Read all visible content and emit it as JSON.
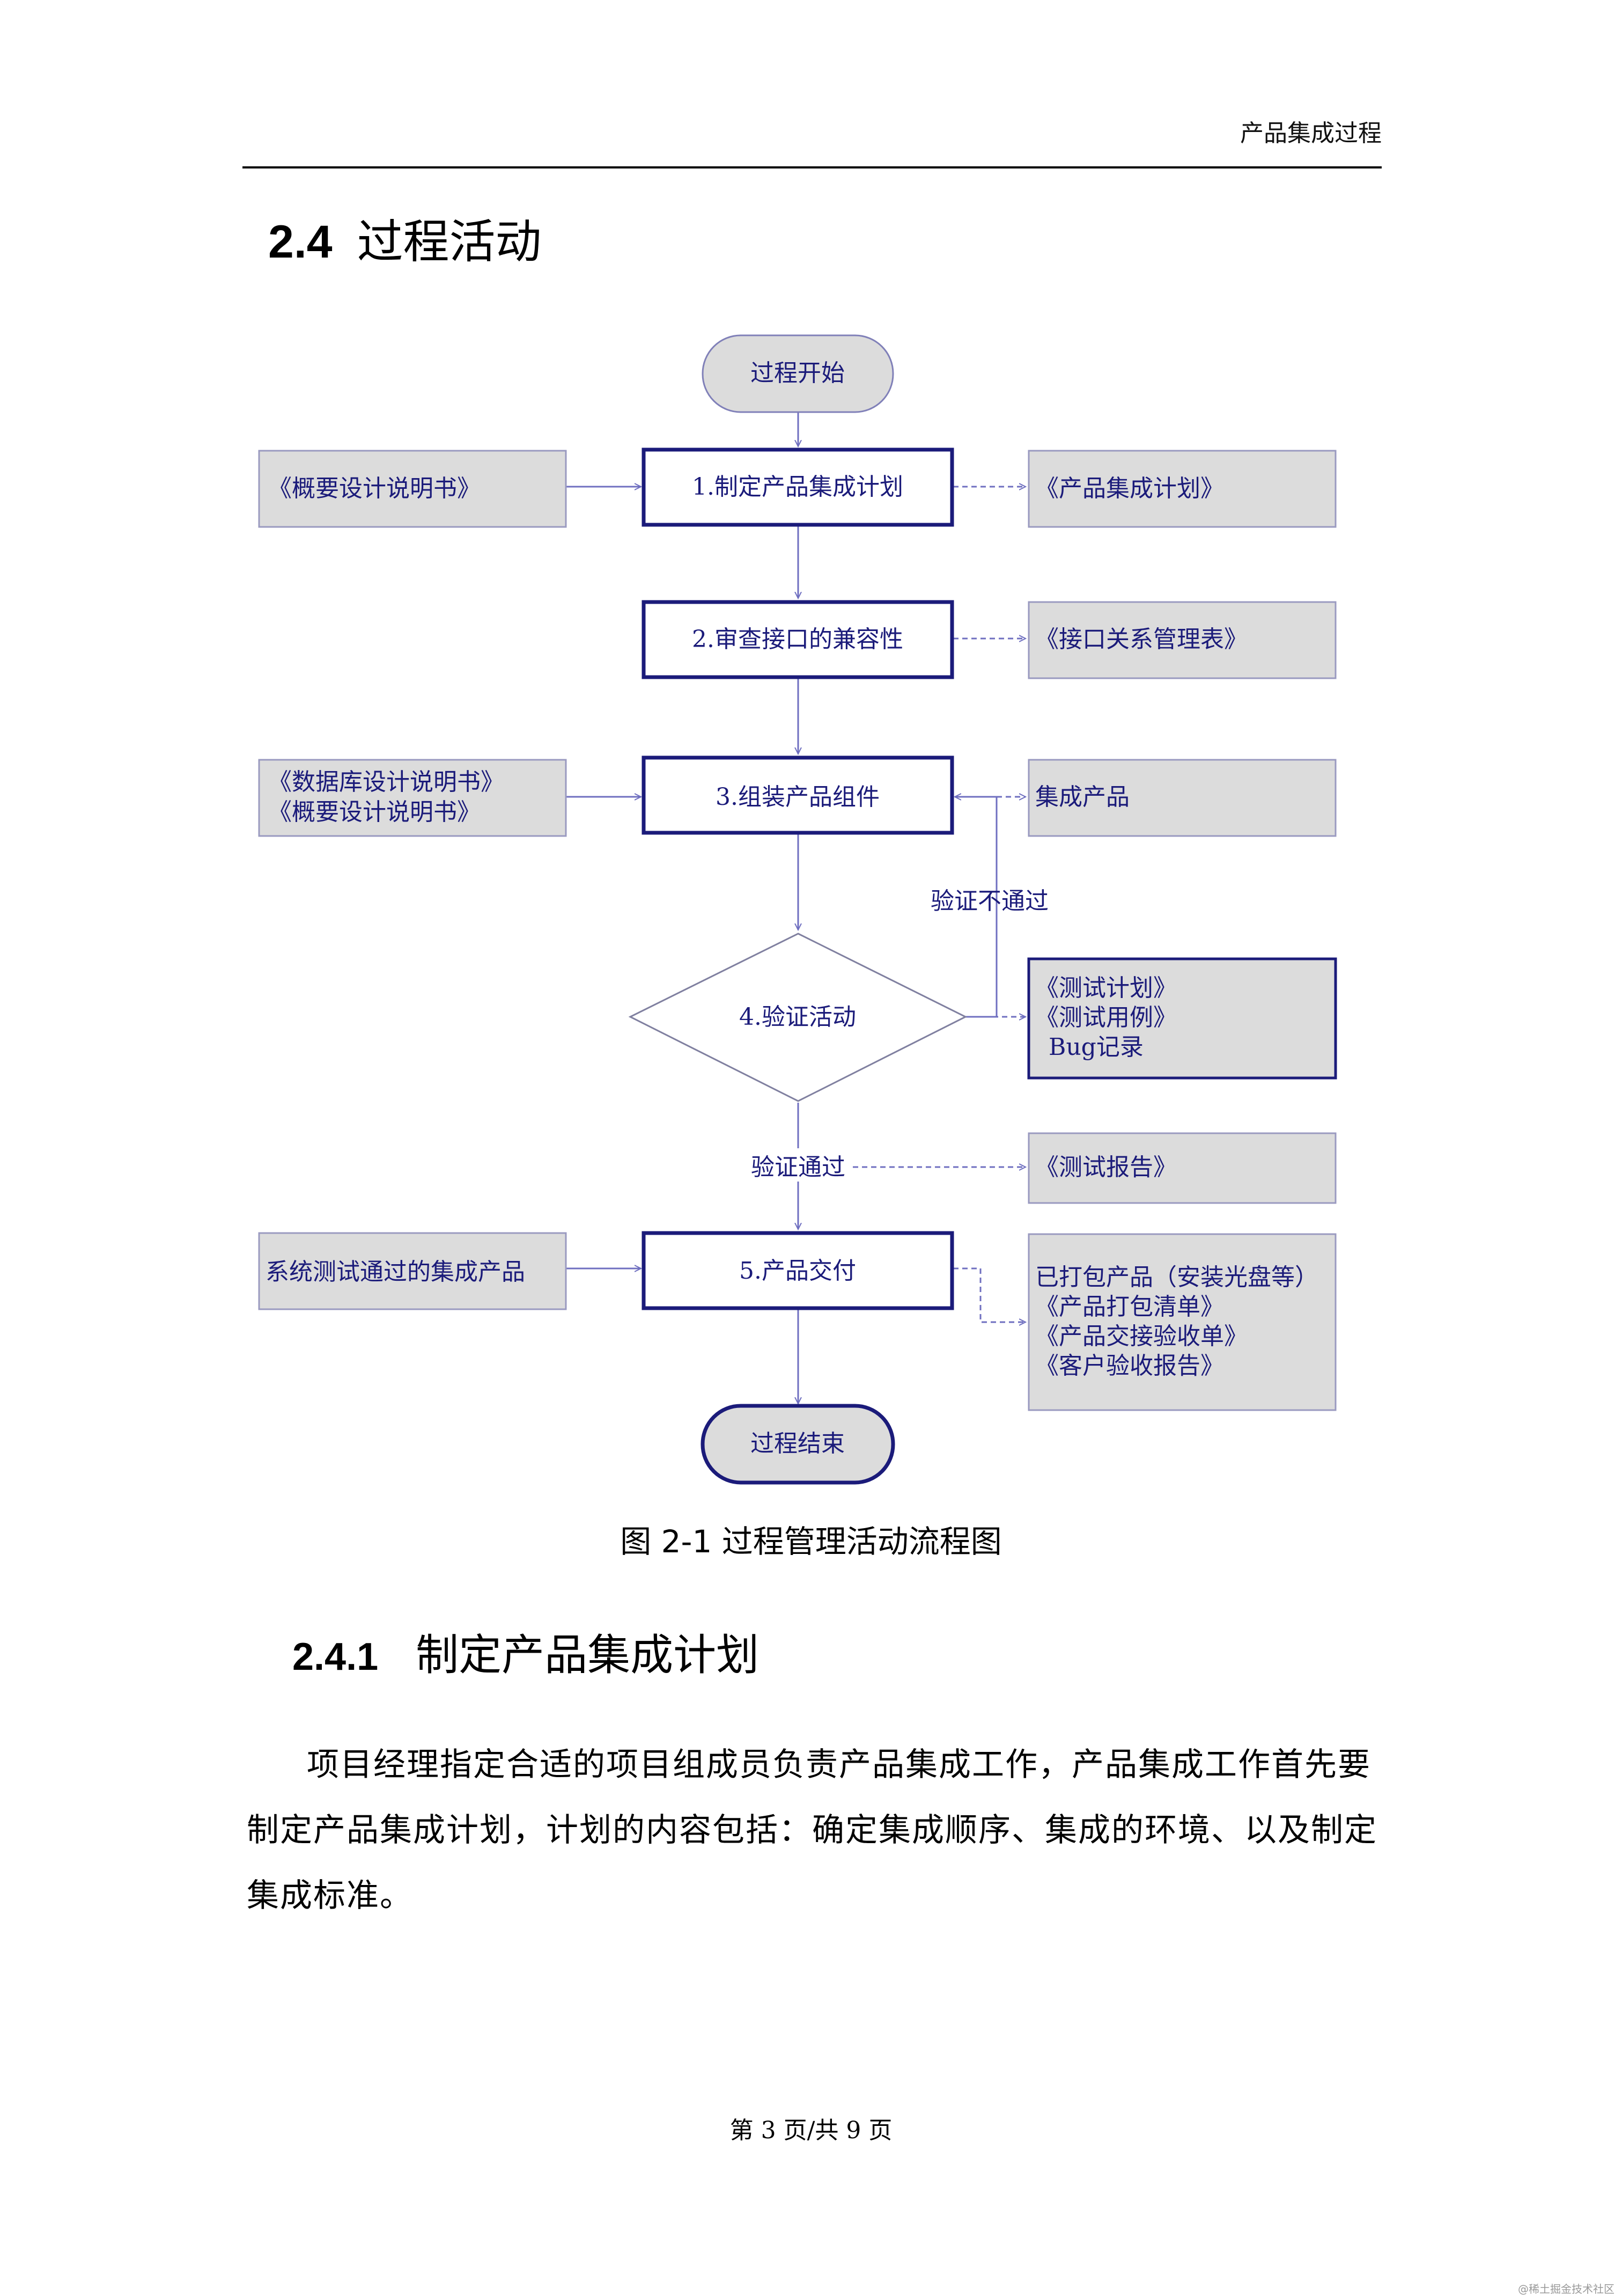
{
  "header": {
    "title": "产品集成过程"
  },
  "section": {
    "number": "2.4",
    "title": "过程活动"
  },
  "flowchart": {
    "start": "过程开始",
    "end": "过程结束",
    "steps": [
      {
        "label": "1.制定产品集成计划"
      },
      {
        "label": "2.审查接口的兼容性"
      },
      {
        "label": "3.组装产品组件"
      },
      {
        "label": "4.验证活动"
      },
      {
        "label": "5.产品交付"
      }
    ],
    "inputs": {
      "step1": [
        "《概要设计说明书》"
      ],
      "step3": [
        "《数据库设计说明书》",
        "《概要设计说明书》"
      ],
      "step5": [
        "系统测试通过的集成产品"
      ]
    },
    "outputs": {
      "step1": [
        "《产品集成计划》"
      ],
      "step2": [
        "《接口关系管理表》"
      ],
      "step3": [
        "集成产品"
      ],
      "step4": [
        "《测试计划》",
        "《测试用例》",
        "Bug记录"
      ],
      "pass": [
        "《测试报告》"
      ],
      "step5": [
        "已打包产品（安装光盘等）",
        "《产品打包清单》",
        "《产品交接验收单》",
        "《客户验收报告》"
      ]
    },
    "labels": {
      "fail": "验证不通过",
      "pass": "验证通过"
    },
    "colors": {
      "box_border": "#1b1b7a",
      "fill_gray": "#dcdcdc",
      "line": "#6f6fc0"
    }
  },
  "figure_caption": "图  2-1 过程管理活动流程图",
  "subsection": {
    "number": "2.4.1",
    "title": "制定产品集成计划"
  },
  "paragraph": "项目经理指定合适的项目组成员负责产品集成工作，产品集成工作首先要制定产品集成计划，计划的内容包括：确定集成顺序、集成的环境、以及制定集成标准。",
  "footer": {
    "page_text": "第 3 页/共 9 页"
  },
  "watermark": "@稀土掘金技术社区"
}
